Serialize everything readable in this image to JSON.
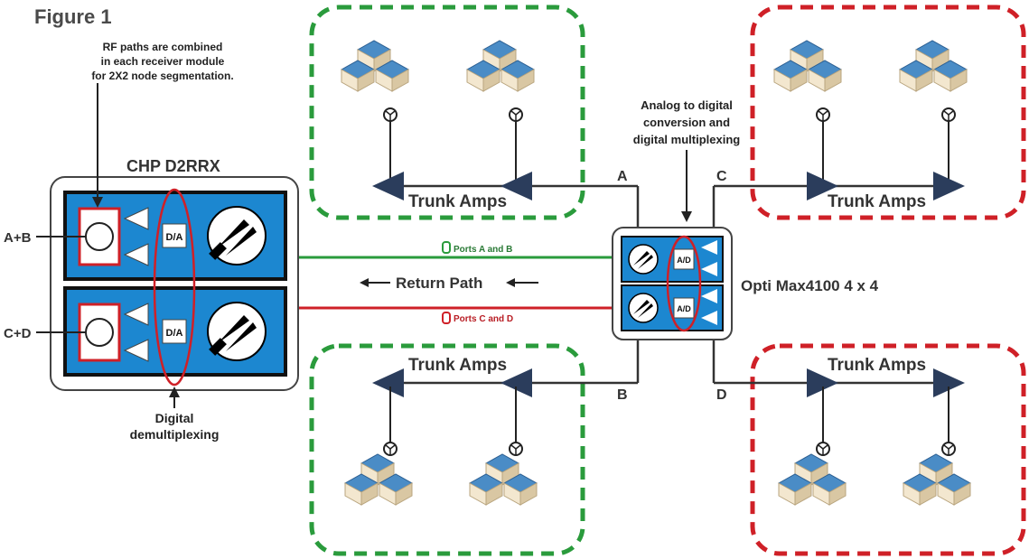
{
  "figure_title": "Figure 1",
  "colors": {
    "blue_panel": "#1c87d0",
    "green_path": "#2a9b3c",
    "red_path": "#cf2027",
    "dark_amp": "#2b3d5c",
    "roof_blue": "#4a8cc6",
    "house_wall": "#f3e7cf"
  },
  "annotations": {
    "rf_note": [
      "RF paths are combined",
      "in each receiver module",
      "for 2X2 node segmentation."
    ],
    "analog_note": [
      "Analog to digital",
      "conversion and",
      "digital multiplexing"
    ],
    "digital_demux": [
      "Digital",
      "demultiplexing"
    ]
  },
  "receiver": {
    "title": "CHP D2RRX",
    "port_ab": "A+B",
    "port_cd": "C+D",
    "converter_symbol": "D/A"
  },
  "transmitter": {
    "title": "Opti Max4100 4 x 4",
    "converter_symbol": "A/D"
  },
  "links": {
    "green_label": "Ports A and B",
    "red_label": "Ports C and D",
    "return_path": "Return Path"
  },
  "branches": {
    "a": "A",
    "b": "B",
    "c": "C",
    "d": "D"
  },
  "trunk_amps": "Trunk Amps"
}
